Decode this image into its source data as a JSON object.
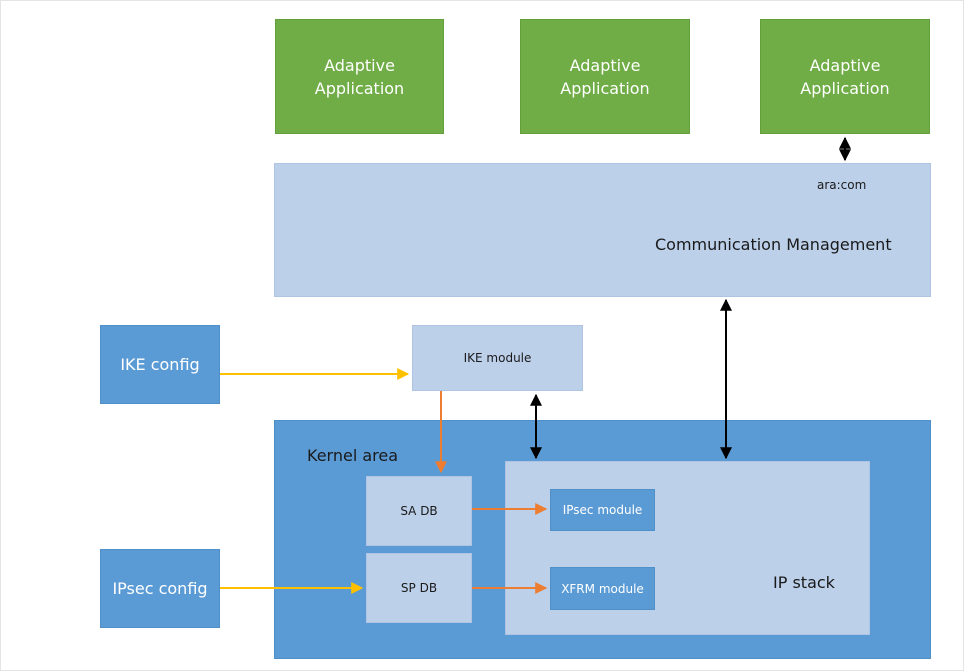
{
  "apps": [
    {
      "line1": "Adaptive",
      "line2": "Application"
    },
    {
      "line1": "Adaptive",
      "line2": "Application"
    },
    {
      "line1": "Adaptive",
      "line2": "Application"
    }
  ],
  "communication": {
    "label": "Communication Management",
    "interface": "ara:com"
  },
  "ike_config": "IKE config",
  "ipsec_config": "IPsec config",
  "ike_module": "IKE module",
  "kernel": {
    "label": "Kernel area",
    "sa_db": "SA DB",
    "sp_db": "SP DB",
    "ip_stack": {
      "label": "IP stack",
      "ipsec_module": "IPsec module",
      "xfrm_module": "XFRM module"
    }
  },
  "colors": {
    "app_green": "#70ad47",
    "light_blue": "#bcd0ea",
    "blue": "#5b9bd5",
    "config_arrow": "#ffc000",
    "db_arrow": "#ed7d31",
    "bidirectional_arrow": "#000000"
  }
}
